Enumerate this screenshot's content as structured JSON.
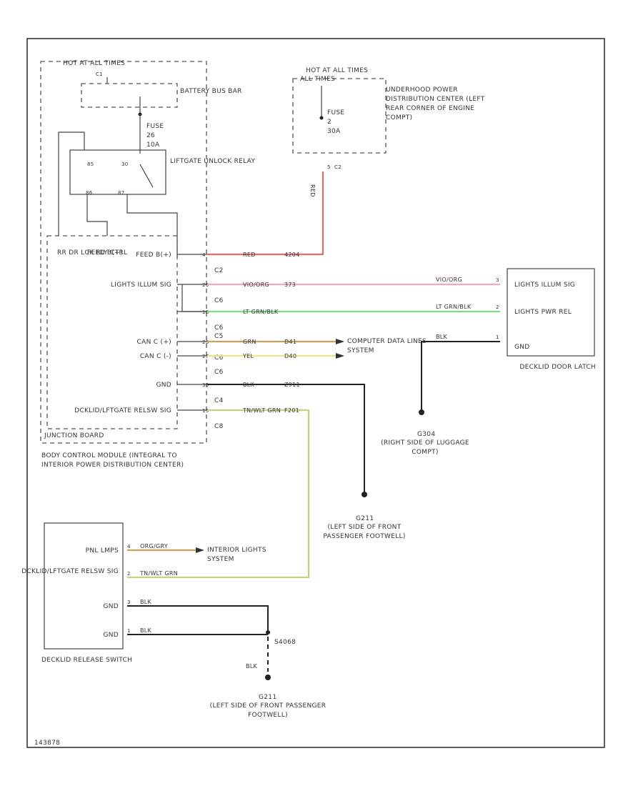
{
  "diagram_id": "143878",
  "hot_fuse_panel": {
    "title": "HOT AT ALL TIMES",
    "pin_top": "C1",
    "battery_label": "BATTERY BUS BAR",
    "fuse_label": "FUSE",
    "fuse_number": "26",
    "fuse_amps": "10A",
    "relay_label": "LIFTGATE UNLOCK RELAY",
    "pin_85": "85",
    "pin_30": "30",
    "pin_86": "86",
    "pin_87": "87"
  },
  "hot_at_run": {
    "title": "HOT AT ALL TIMES",
    "subtitle": "ALL TIMES",
    "fuse_label": "FUSE",
    "fuse_number": "2",
    "fuse_amps": "30A",
    "connector": "C2",
    "pin": "5",
    "wire_color": "RED",
    "label": "UNDERHOOD POWER DISTRIBUTION CENTER (LEFT REAR CORNER OF ENGINE COMPT)"
  },
  "bcm": {
    "inputs": [
      "RR DR LCK RLY CTRL",
      "FEED B(+)"
    ],
    "pins": [
      {
        "label": "FEED B(+)",
        "pin": "4",
        "connector": "C2",
        "wire": "RED",
        "circuit": "4204"
      },
      {
        "label": "LIGHTS ILLUM SIG",
        "pin": "20",
        "connector": "C6",
        "wire": "VIO/ORG",
        "circuit": "373"
      },
      {
        "label": "",
        "pin": "18",
        "connector": "C6",
        "wire": "LT GRN/BLK",
        "circuit": ""
      },
      {
        "label": "CAN C (+)",
        "pin": "23",
        "connector": "C6",
        "wire": "GRN",
        "circuit": "D41"
      },
      {
        "label": "CAN C (-)",
        "pin": "27",
        "connector": "C6",
        "wire": "YEL",
        "circuit": "D40"
      },
      {
        "label": "GND",
        "pin": "30",
        "connector": "C4",
        "wire": "BLK",
        "circuit": "Z911"
      },
      {
        "label": "DCKLID/LFTGATE RELSW SIG",
        "pin": "15",
        "connector": "C8",
        "wire": "TN/WLT GRN",
        "circuit": "F201"
      }
    ],
    "connector_c5": "C5",
    "junction_board": "JUNCTION BOARD",
    "label": "BODY CONTROL MODULE (INTEGRAL TO INTERIOR POWER DISTRIBUTION CENTER)"
  },
  "computer": {
    "label": "COMPUTER DATA LINES SYSTEM"
  },
  "decklid_latch": {
    "pins": [
      {
        "label": "LIGHTS ILLUM SIG",
        "pin": "3",
        "wire": "VIO/ORG"
      },
      {
        "label": "LIGHTS PWR REL",
        "pin": "2",
        "wire": "LT GRN/BLK"
      },
      {
        "label": "GND",
        "pin": "1",
        "wire": "BLK"
      }
    ],
    "label": "DECKLID DOOR LATCH"
  },
  "ground_g304": {
    "id": "G304",
    "label": "(RIGHT SIDE OF LUGGAGE COMPT)"
  },
  "ground_g211a": {
    "id": "G211",
    "label": "(LEFT SIDE OF FRONT PASSENGER FOOTWELL)"
  },
  "release_switch": {
    "pins": [
      {
        "label": "PNL LMPS",
        "pin": "4",
        "wire": "ORG/GRY"
      },
      {
        "label": "DCKLID/LFTGATE RELSW SIG",
        "pin": "2",
        "wire": "TN/WLT GRN"
      },
      {
        "label": "GND",
        "pin": "3",
        "wire": "BLK"
      },
      {
        "label": "GND",
        "pin": "1",
        "wire": "BLK"
      }
    ],
    "label": "DECKLID RELEASE SWITCH"
  },
  "interior": {
    "label": "INTERIOR LIGHTS SYSTEM"
  },
  "splice": {
    "id": "S4068",
    "wire": "BLK"
  },
  "ground_g211b": {
    "id": "G211",
    "label": "(LEFT SIDE OF FRONT PASSENGER FOOTWELL)"
  },
  "colors": {
    "red": "#e86a6a",
    "pink": "#f2a8c8",
    "green": "#7edc82",
    "orange": "#c9a25a",
    "yellow": "#e8e88a",
    "tan": "#c4d27a",
    "black": "#222222"
  }
}
